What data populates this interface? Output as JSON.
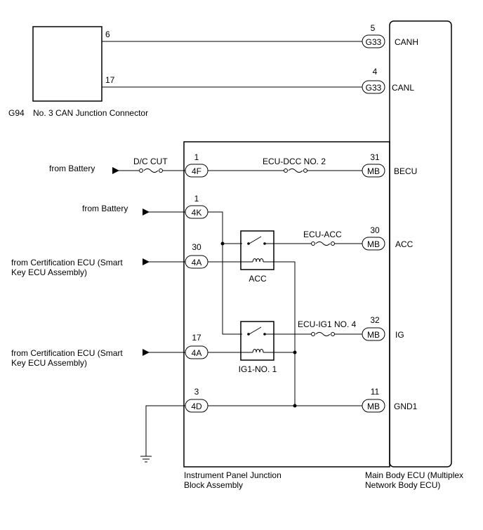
{
  "can_connector": {
    "code": "G94",
    "name": "No. 3 CAN Junction Connector",
    "pin_canh": "6",
    "pin_canl": "17"
  },
  "main_ecu": {
    "name_line1": "Main Body ECU (Multiplex",
    "name_line2": "Network Body ECU)",
    "pins": {
      "canh": {
        "num": "5",
        "conn": "G33",
        "label": "CANH"
      },
      "canl": {
        "num": "4",
        "conn": "G33",
        "label": "CANL"
      },
      "becu": {
        "num": "31",
        "conn": "MB",
        "label": "BECU"
      },
      "acc": {
        "num": "30",
        "conn": "MB",
        "label": "ACC"
      },
      "ig": {
        "num": "32",
        "conn": "MB",
        "label": "IG"
      },
      "gnd1": {
        "num": "11",
        "conn": "MB",
        "label": "GND1"
      }
    }
  },
  "junction_block": {
    "name_line1": "Instrument Panel Junction",
    "name_line2": "Block Assembly",
    "pins": {
      "p4f": {
        "num": "1",
        "conn": "4F"
      },
      "p4k": {
        "num": "1",
        "conn": "4K"
      },
      "p4a_acc": {
        "num": "30",
        "conn": "4A"
      },
      "p4a_ig": {
        "num": "17",
        "conn": "4A"
      },
      "p4d": {
        "num": "3",
        "conn": "4D"
      }
    },
    "relays": {
      "acc": "ACC",
      "ig1": "IG1-NO. 1"
    },
    "fuses": {
      "ecu_dcc": "ECU-DCC NO. 2",
      "ecu_acc": "ECU-ACC",
      "ecu_ig1": "ECU-IG1 NO. 4"
    }
  },
  "external": {
    "dc_cut": "D/C CUT",
    "from_battery_1": "from Battery",
    "from_battery_2": "from Battery",
    "cert_ecu_1_line1": "from Certification ECU (Smart",
    "cert_ecu_1_line2": "Key ECU Assembly)",
    "cert_ecu_2_line1": "from Certification ECU (Smart",
    "cert_ecu_2_line2": "Key ECU Assembly)"
  }
}
